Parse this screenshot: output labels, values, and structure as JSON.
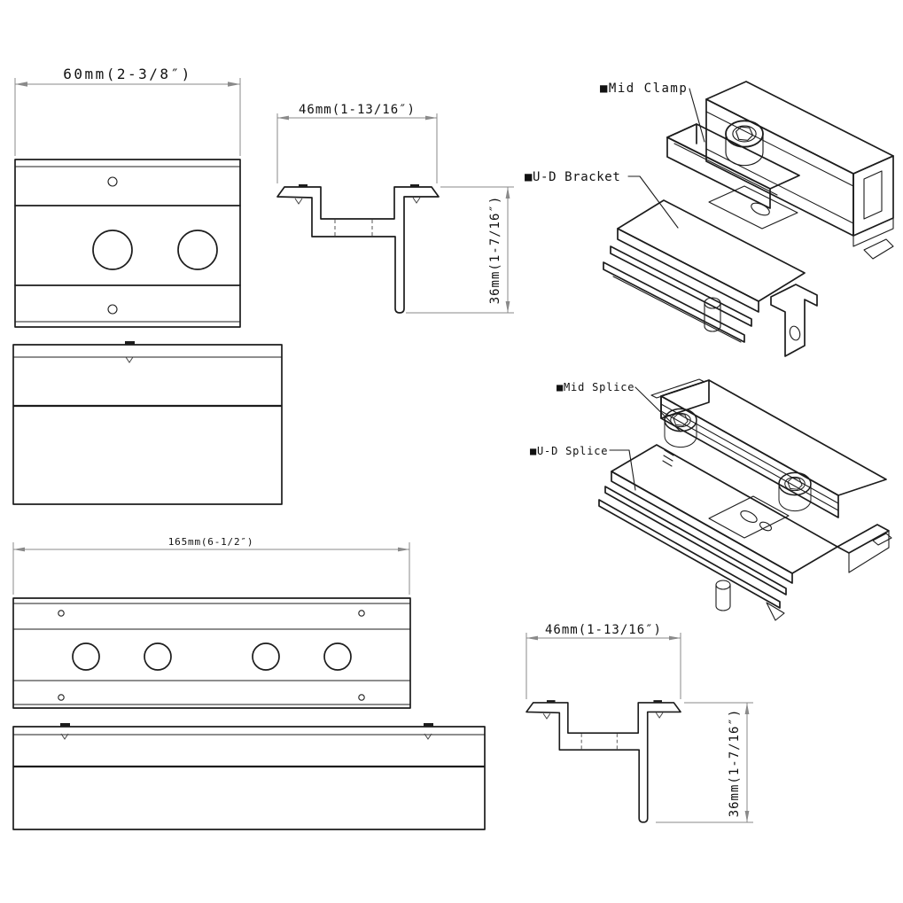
{
  "views": {
    "bracket_top": {
      "width_label": "60mm(2-3/8″)"
    },
    "splice_top": {
      "length_label": "165mm(6-1/2″)"
    },
    "profile": {
      "width_label": "46mm(1-13/16″)",
      "height_label": "36mm(1-7/16″)"
    },
    "labels": {
      "mid_clamp": "■Mid Clamp",
      "ud_bracket": "■U-D Bracket",
      "mid_splice": "■Mid Splice",
      "ud_splice": "■U-D Splice"
    }
  },
  "colors": {
    "line": "#1c1c1c",
    "dim": "#8a8a8a",
    "background": "#ffffff"
  }
}
